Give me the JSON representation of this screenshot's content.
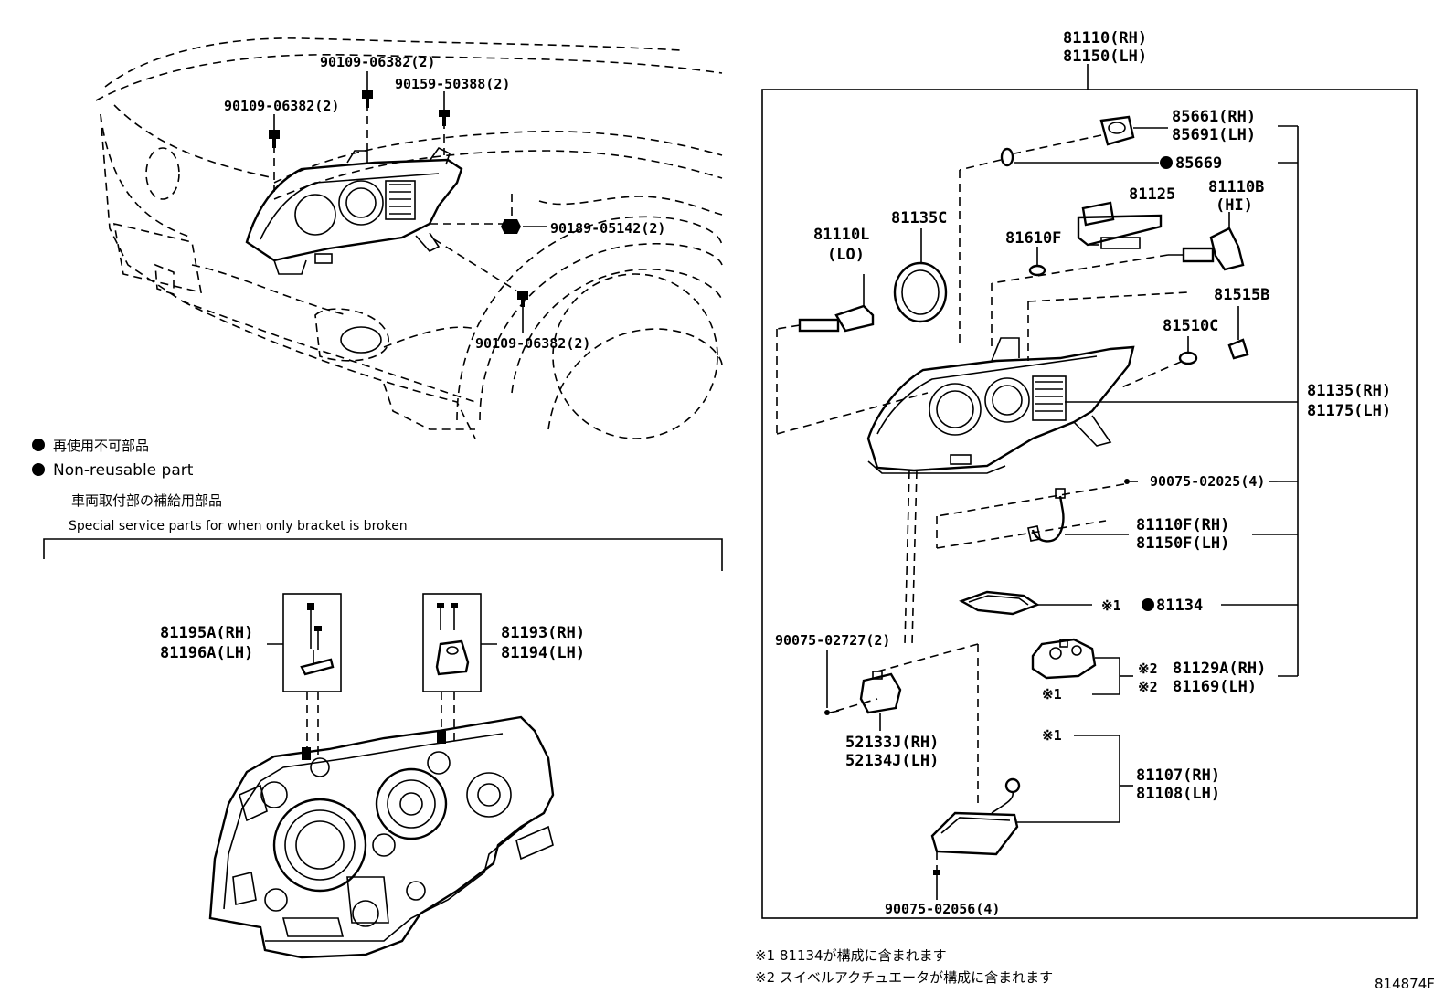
{
  "left_callouts": {
    "bolt_top": "90109-06382(2)",
    "bolt_left": "90109-06382(2)",
    "screw_top": "90159-50388(2)",
    "nut_right": "90189-05142(2)",
    "bolt_bottom": "90109-06382(2)"
  },
  "legend": {
    "non_reusable_jp": "再使用不可部品",
    "non_reusable_en": "Non-reusable part",
    "bracket_jp": "車両取付部の補給用部品",
    "bracket_en": "Special service parts for when only bracket is broken"
  },
  "bracket_parts": {
    "left_rh": "81195A(RH)",
    "left_lh": "81196A(LH)",
    "right_rh": "81193(RH)",
    "right_lh": "81194(LH)"
  },
  "assembly": {
    "rh": "81110(RH)",
    "lh": "81150(LH)"
  },
  "right_callouts": {
    "socket_rh": "85661(RH)",
    "socket_lh": "85691(LH)",
    "oring": "85669",
    "p81125": "81125",
    "hi_bulb": "81110B",
    "hi_label": "(HI)",
    "lo_bulb": "81110L",
    "lo_label": "(LO)",
    "cover": "81135C",
    "p81610f": "81610F",
    "p81515b": "81515B",
    "p81510c": "81510C",
    "unit_rh": "81135(RH)",
    "unit_lh": "81175(LH)",
    "screw_4": "90075-02025(4)",
    "wire_rh": "81110F(RH)",
    "wire_lh": "81150F(LH)",
    "gasket_mark": "※1",
    "gasket": "81134",
    "screw_2": "90075-02727(2)",
    "swivel_mark": "※2",
    "swivel_rh": "81129A(RH)",
    "swivel_lh": "81169(LH)",
    "swivel_sub": "※1",
    "bracket_rh": "52133J(RH)",
    "bracket_lh": "52134J(LH)",
    "ballast_mark": "※1",
    "ballast_rh": "81107(RH)",
    "ballast_lh": "81108(LH)",
    "screw_bottom": "90075-02056(4)"
  },
  "footnotes": {
    "note1": "※1 81134が構成に含まれます",
    "note2": "※2 スイベルアクチュエータが構成に含まれます",
    "code": "814874F"
  }
}
